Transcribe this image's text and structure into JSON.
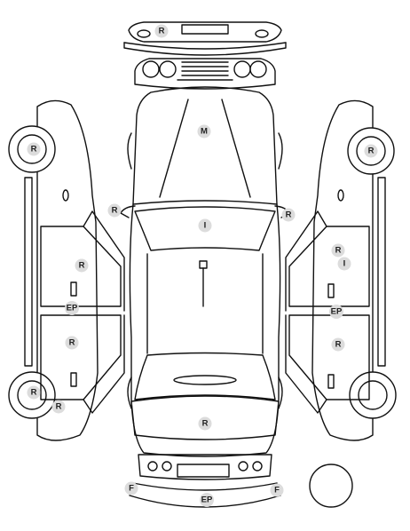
{
  "markers": [
    {
      "id": "rear-bumper-top",
      "code": "R"
    },
    {
      "id": "roof",
      "code": "M"
    },
    {
      "id": "windshield",
      "code": "I"
    },
    {
      "id": "left-mirror",
      "code": "R"
    },
    {
      "id": "right-mirror",
      "code": "R"
    },
    {
      "id": "left-front-wheel",
      "code": "R"
    },
    {
      "id": "right-front-wheel",
      "code": "R"
    },
    {
      "id": "left-front-door",
      "code": "R"
    },
    {
      "id": "left-front-door-handle",
      "code": "EP"
    },
    {
      "id": "left-rear-door",
      "code": "R"
    },
    {
      "id": "left-rear-wheel",
      "code": "R"
    },
    {
      "id": "left-rear-fender",
      "code": "R"
    },
    {
      "id": "right-front-door",
      "code": "R"
    },
    {
      "id": "right-front-door-2",
      "code": "I"
    },
    {
      "id": "right-front-door-handle",
      "code": "EP"
    },
    {
      "id": "right-rear-door",
      "code": "R"
    },
    {
      "id": "hood-front",
      "code": "R"
    },
    {
      "id": "front-bumper-left",
      "code": "F"
    },
    {
      "id": "front-bumper-right",
      "code": "F"
    },
    {
      "id": "front-bumper-center",
      "code": "EP"
    }
  ]
}
